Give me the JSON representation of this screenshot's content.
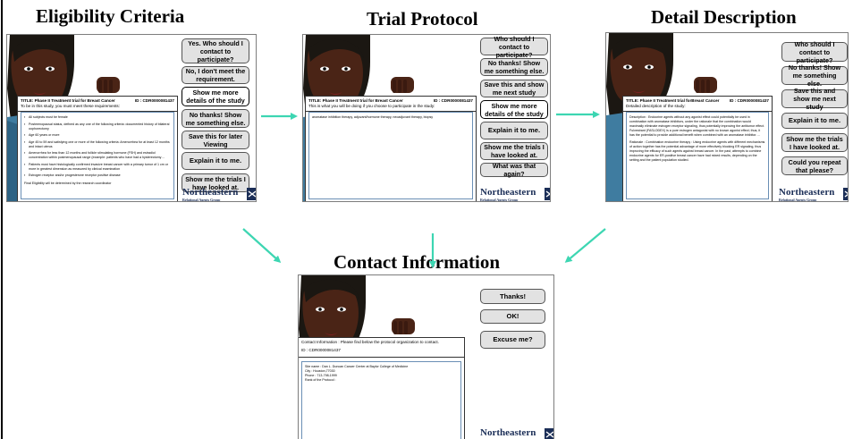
{
  "panels": {
    "eligibility": {
      "title": "Eligibility Criteria",
      "buttons": [
        "Yes. Who should I contact to participate?",
        "No, I don't meet the requirement.",
        "Show me more details of the study",
        "No thanks! Show me something else.",
        "Save this for later Viewing",
        "Explain it to me.",
        "Show me the trials I have looked at."
      ],
      "doc": {
        "title": "TITLE: Phase II Treatment trial for Breast Cancer",
        "id": "ID : CDR0000081437",
        "intro": "To be in this study, you must meet these requirements:",
        "items": [
          "All subjects must be female",
          "Postmenopausal status, defined as any one of the following criteria: documented history of bilateral oophorectomy",
          "Age 60 years or more",
          "Age 45 to 59 and satisfying one or more of the following criteria: Amenorrhea for at least 12 months and intact uterus",
          "Amenorrhea for less than 12 months and follicle stimulating hormone (FSH) and estradiol concentration within postmenopausal range (example: patients who have had a hysterectomy ...",
          "Patients must have histologically confirmed invasive breast cancer with a primary tumor of 1 cm or more in greatest dimension as measured by clinical examination",
          "Estrogen receptor and/or progesterone receptor positive disease"
        ],
        "final": "Final Eligibility will be determined by the research coordinator"
      }
    },
    "protocol": {
      "title": "Trial Protocol",
      "buttons": [
        "Who should I contact to participate?",
        "No thanks! Show me something else.",
        "Save this and show me next study",
        "Show me more details of the study",
        "Explain it to me.",
        "Show me the trials I have looked at.",
        "What was that again?"
      ],
      "doc": {
        "title": "TITLE: Phase II Treatment trial for Breast Cancer",
        "id": "ID : CDR0000081437",
        "intro": "This is what you will be doing if you choose to participate in the study:",
        "body": "aromatase inhibition therapy, adjuvant/hormone therapy, neoadjuvant therapy, biopsy"
      }
    },
    "detail": {
      "title": "Detail Description",
      "buttons": [
        "Who should I contact to participate?",
        "No thanks! Show me something else.",
        "Save this and show me next study",
        "Explain it to me.",
        "Show me the trials I have looked at.",
        "Could you repeat that please?"
      ],
      "doc": {
        "title": "TITLE: Phase II Treatment trial forBreast Cancer",
        "id": "ID : CDR0000081437",
        "intro": "Detailed description of the study:",
        "desc": "Description : Endocrine agents without any agonist effect could potentially be used in combination with aromatase inhibitors, under the rationale that the combination would maximally eliminate estrogen receptor signaling, thus potentially improving the antitumor effect. Fulvestrant (FASLODEX) is a pure estrogen antagonist with no known agonist effect; thus, it has the potential to provide additional benefit when combined with an aromatase inhibitor. ...",
        "rationale": "Rationale : Combination endocrine therapy : Using endocrine agents with different mechanisms of action together has the potential advantage of more effectively blocking ER signaling, thus improving the efficacy of such agents against breast cancer. In the past, attempts to combine endocrine agents for ER-positive breast cancer have had mixed results, depending on the setting and the patient population studied."
      }
    },
    "contact": {
      "title": "Contact Information",
      "buttons": [
        "Thanks!",
        "OK!",
        "Excuse me?"
      ],
      "doc": {
        "title": "Contact Information : Please find below the protocol organization to contact.",
        "id": "ID : CDR0000081437",
        "site": "Site name : Dan L. Duncan Cancer Center at Baylor College of Medicine",
        "city": "City : Houston,77030",
        "phone": "Phone : 713-798-1999",
        "rank": "Rank of the Protocol :"
      }
    }
  },
  "logo": {
    "name": "Northeastern",
    "sub": "Relational Agents Group"
  },
  "colors": {
    "arrow": "#3dd6b2",
    "skin": "#4a2416",
    "hair": "#1b1712",
    "sweater": "#3f7ca0",
    "button_bg": "#e2e2e2",
    "logo": "#1b2e57"
  }
}
